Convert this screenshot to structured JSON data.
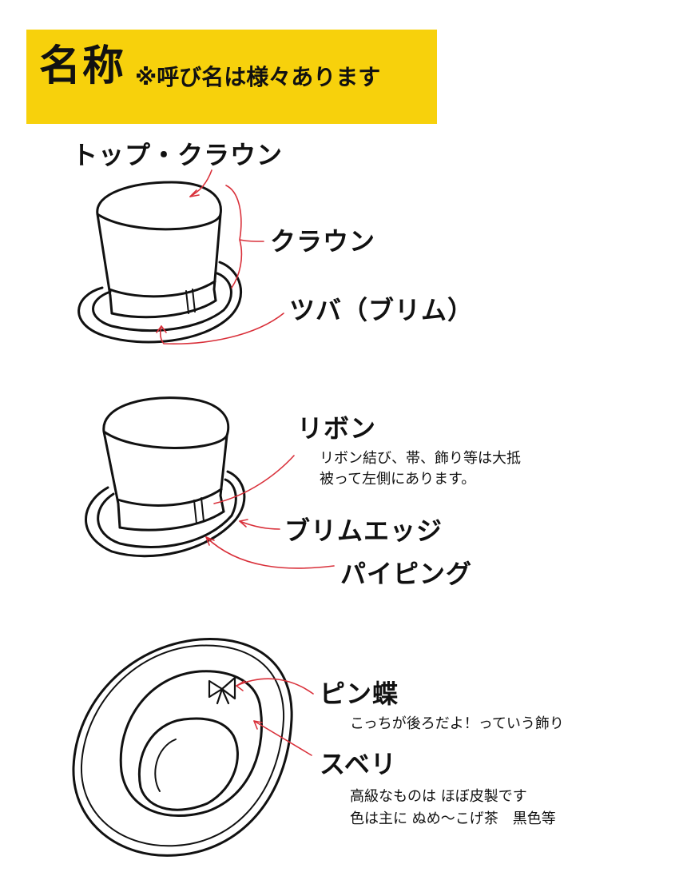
{
  "header": {
    "title": "名称",
    "subtitle": "※呼び名は様々あります",
    "bg_color": "#f7d10c"
  },
  "labels": {
    "top_crown": "トップ・クラウン",
    "crown": "クラウン",
    "brim": "ツバ（ブリム）",
    "ribbon": "リボン",
    "ribbon_note_1": "リボン結び、帯、飾り等は大抵",
    "ribbon_note_2": "被って左側にあります。",
    "brim_edge": "ブリムエッジ",
    "piping": "パイピング",
    "pin_bow": "ピン蝶",
    "pin_bow_note": "こっちが後ろだよ！っていう飾り",
    "sweatband": "スベリ",
    "sweatband_note_1": "高級なものは ほぼ皮製です",
    "sweatband_note_2": "色は主に ぬめ〜こげ茶　黒色等"
  },
  "colors": {
    "line": "#111111",
    "leader": "#d9303a"
  }
}
